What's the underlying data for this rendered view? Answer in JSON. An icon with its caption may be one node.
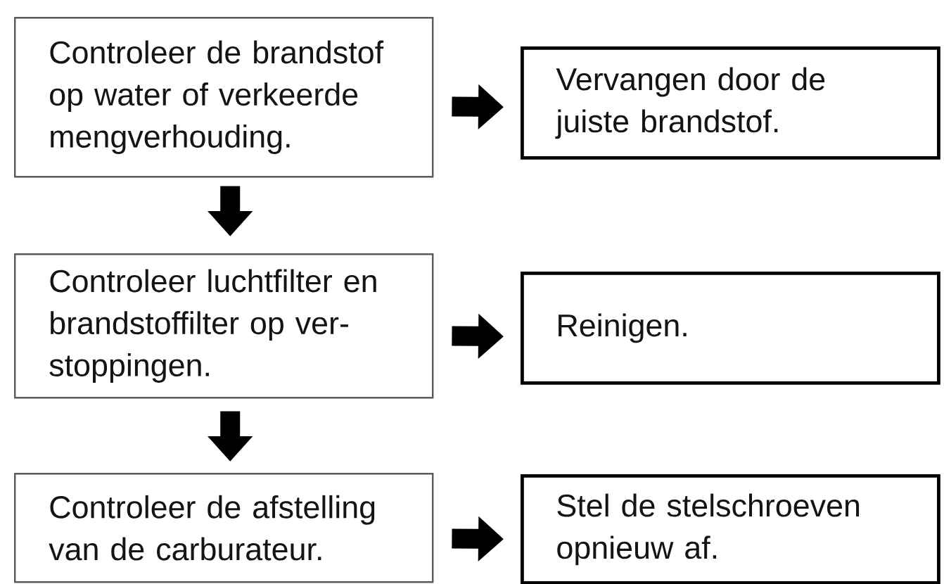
{
  "diagram": {
    "nodes": [
      {
        "text": [
          "Controleer de brandstof op water of verkeerde mengverhouding."
        ]
      },
      {
        "text": [
          "Vervangen door de juiste brandstof."
        ]
      },
      {
        "text": [
          "Controleer luchtfilter en brandstoffilter op ver- stoppingen."
        ]
      },
      {
        "text": [
          "Reinigen."
        ]
      },
      {
        "text": [
          "Controleer de afstelling van de carburateur."
        ]
      },
      {
        "text": [
          "Stel de stelschroeven opnieuw af."
        ]
      }
    ],
    "edges": [
      {
        "from": 0,
        "to": 1,
        "arrow": "to"
      },
      {
        "from": 0,
        "to": 2,
        "arrow": "to"
      },
      {
        "from": 2,
        "to": 3,
        "arrow": "to"
      },
      {
        "from": 2,
        "to": 4,
        "arrow": "to"
      },
      {
        "from": 4,
        "to": 5,
        "arrow": "to"
      }
    ]
  }
}
